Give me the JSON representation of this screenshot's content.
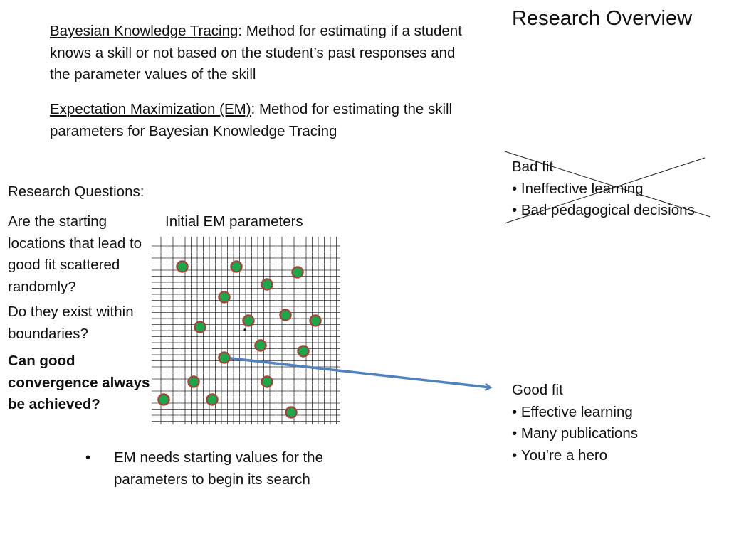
{
  "title": "Research Overview",
  "definitions": [
    {
      "term": "Bayesian Knowledge Tracing",
      "text": ": Method for estimating if a student knows a skill or not based on the student’s past responses and the parameter values of the skill"
    },
    {
      "term": "Expectation Maximization (EM)",
      "text": ": Method for estimating the skill parameters for Bayesian Knowledge Tracing"
    }
  ],
  "research_questions": {
    "heading": "Research Questions:",
    "q1": "Are the starting locations that lead to good fit scattered randomly?",
    "q2": "Do they exist within boundaries?",
    "q3": "Can good convergence always be achieved?"
  },
  "grid": {
    "label": "Initial EM parameters",
    "colors": {
      "line": "#333333",
      "dot_fill": "#1aa84b",
      "dot_stroke": "#a0463a"
    }
  },
  "bad_fit": {
    "title": "Bad fit",
    "items": [
      "Ineffective learning",
      "Bad pedagogical decisions"
    ]
  },
  "good_fit": {
    "title": "Good fit",
    "items": [
      "Effective learning",
      "Many publications",
      "You’re a hero"
    ]
  },
  "note": {
    "bullet": "•",
    "text": "EM needs starting values for the parameters to begin its search"
  },
  "arrow_color": "#4f81bd",
  "cross_color": "#222222"
}
